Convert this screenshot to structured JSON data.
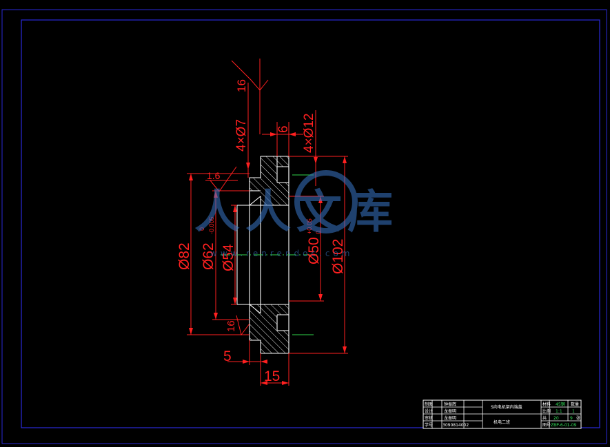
{
  "drawing": {
    "dims": {
      "rough_top": "16",
      "holes_small": "4×Ø7",
      "width_6": "6",
      "holes_large": "4×Ø12",
      "rough_mid": "1.6",
      "dia_82": "Ø82",
      "dia_62": "Ø62",
      "tol_62_upper": "0",
      "tol_62_lower": "-0.005",
      "dia_54": "Ø54",
      "dia_50": "Ø50",
      "tol_50_upper": "+0.05",
      "tol_50_lower": "0",
      "dia_102": "Ø102",
      "rough_bottom": "16",
      "width_5": "5",
      "width_15": "15"
    },
    "watermark": {
      "brand": "人人文库",
      "url": "www.renrendoc.com"
    }
  },
  "title_block": {
    "labels": [
      "制图",
      "设计",
      "审核",
      "学号"
    ],
    "names": [
      "钟振辉",
      "龙振明",
      "龙振明",
      "3090814002"
    ],
    "part_name": "S向电机架内端盖",
    "class_name": "机电二班",
    "right_labels": [
      "材料",
      "比例",
      "共",
      "图号"
    ],
    "material": "45钢",
    "scale": "1:1",
    "quantity_label": "数量",
    "quantity": "1",
    "sheets_total": "20",
    "sheet_no": "9",
    "sheet_label": "张",
    "drawing_no": "ZBP-6-01-09"
  }
}
